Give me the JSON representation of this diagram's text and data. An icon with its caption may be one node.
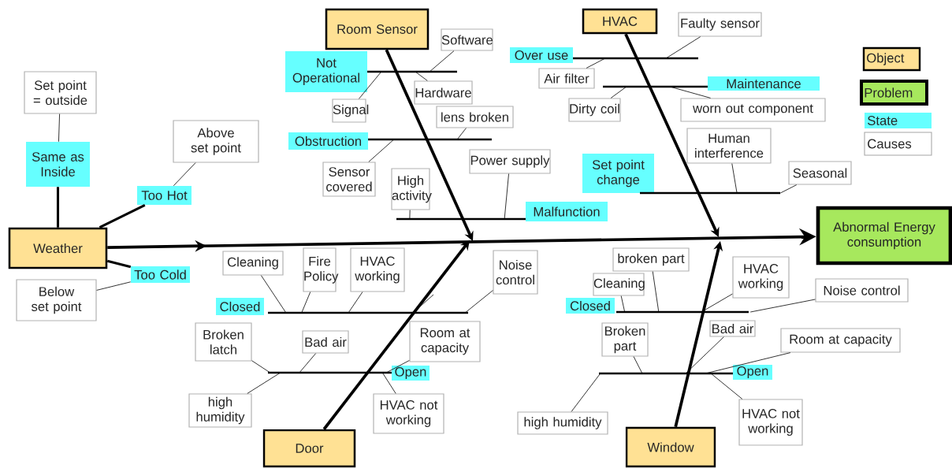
{
  "diagram": {
    "nodes": [
      {
        "text": [
          "Weather"
        ]
      },
      {
        "text": [
          "Same as Inside"
        ]
      },
      {
        "text": [
          "Set point = outside"
        ]
      },
      {
        "text": [
          "Too Hot"
        ]
      },
      {
        "text": [
          "Above set point"
        ]
      },
      {
        "text": [
          "Too Cold"
        ]
      },
      {
        "text": [
          "Below set point"
        ]
      },
      {
        "text": [
          "Room Sensor"
        ]
      },
      {
        "text": [
          "Not Operational"
        ]
      },
      {
        "text": [],
        "shape": "bar"
      },
      {
        "text": [
          "Software"
        ]
      },
      {
        "text": [
          "Hardware"
        ]
      },
      {
        "text": [
          "Signal"
        ]
      },
      {
        "text": [
          "Obstruction"
        ]
      },
      {
        "text": [],
        "shape": "bar"
      },
      {
        "text": [
          "lens broken"
        ]
      },
      {
        "text": [
          "Sensor covered"
        ]
      },
      {
        "text": [
          "Malfunction"
        ]
      },
      {
        "text": [],
        "shape": "bar"
      },
      {
        "text": [
          "High activity"
        ]
      },
      {
        "text": [
          "Power supply"
        ]
      },
      {
        "text": [
          "HVAC"
        ]
      },
      {
        "text": [
          "Over use"
        ]
      },
      {
        "text": [],
        "shape": "bar"
      },
      {
        "text": [
          "Faulty sensor"
        ]
      },
      {
        "text": [
          "Air filter"
        ]
      },
      {
        "text": [
          "Maintenance"
        ]
      },
      {
        "text": [],
        "shape": "bar"
      },
      {
        "text": [
          "Dirty coil"
        ]
      },
      {
        "text": [
          "worn out component"
        ]
      },
      {
        "text": [
          "Set point change"
        ]
      },
      {
        "text": [],
        "shape": "bar"
      },
      {
        "text": [
          "Human interference"
        ]
      },
      {
        "text": [
          "Seasonal"
        ]
      },
      {
        "text": [
          "Abnormal Energy consumption"
        ]
      },
      {
        "text": [
          "Door"
        ]
      },
      {
        "text": [
          "Closed"
        ]
      },
      {
        "text": [],
        "shape": "bar"
      },
      {
        "text": [
          "Cleaning"
        ]
      },
      {
        "text": [
          "Fire Policy"
        ]
      },
      {
        "text": [
          "HVAC working"
        ]
      },
      {
        "text": [
          "Noise control"
        ]
      },
      {
        "text": [
          "Open"
        ]
      },
      {
        "text": [],
        "shape": "bar"
      },
      {
        "text": [
          "Broken latch"
        ]
      },
      {
        "text": [
          "Bad air"
        ]
      },
      {
        "text": [
          "high humidity"
        ]
      },
      {
        "text": [
          "Room at capacity"
        ]
      },
      {
        "text": [
          "HVAC not working"
        ]
      },
      {
        "text": [
          "Window"
        ]
      },
      {
        "text": [
          "Closed"
        ]
      },
      {
        "text": [],
        "shape": "bar"
      },
      {
        "text": [
          "broken part"
        ]
      },
      {
        "text": [
          "Cleaning"
        ]
      },
      {
        "text": [
          "HVAC working"
        ]
      },
      {
        "text": [
          "Noise control"
        ]
      },
      {
        "text": [
          "Open"
        ]
      },
      {
        "text": [],
        "shape": "bar"
      },
      {
        "text": [
          "Broken part"
        ]
      },
      {
        "text": [
          "Bad air"
        ]
      },
      {
        "text": [
          "Room at capacity"
        ]
      },
      {
        "text": [
          "high humidity"
        ]
      },
      {
        "text": [
          "HVAC not working"
        ]
      }
    ],
    "edges": [
      {
        "from": 0,
        "to": 34,
        "arrow": "to",
        "style": "thick"
      },
      {
        "from": 0,
        "to": 1,
        "arrow": "none",
        "style": "thick"
      },
      {
        "from": 2,
        "to": 1,
        "arrow": "none"
      },
      {
        "from": 0,
        "to": 3,
        "arrow": "none",
        "style": "thick"
      },
      {
        "from": 4,
        "to": 3,
        "arrow": "none"
      },
      {
        "from": 0,
        "to": 5,
        "arrow": "none",
        "style": "thick"
      },
      {
        "from": 6,
        "to": 5,
        "arrow": "none"
      },
      {
        "from": 7,
        "to": null,
        "arrow": "to",
        "style": "thick"
      },
      {
        "from": 10,
        "to": 9,
        "arrow": "none"
      },
      {
        "from": 11,
        "to": 9,
        "arrow": "none"
      },
      {
        "from": 12,
        "to": 9,
        "arrow": "none"
      },
      {
        "from": 15,
        "to": 14,
        "arrow": "none"
      },
      {
        "from": 16,
        "to": 14,
        "arrow": "none"
      },
      {
        "from": 19,
        "to": 18,
        "arrow": "none"
      },
      {
        "from": 20,
        "to": 18,
        "arrow": "none"
      },
      {
        "from": 21,
        "to": null,
        "arrow": "to",
        "style": "thick"
      },
      {
        "from": 24,
        "to": 23,
        "arrow": "none"
      },
      {
        "from": 25,
        "to": 23,
        "arrow": "none"
      },
      {
        "from": 28,
        "to": 27,
        "arrow": "none"
      },
      {
        "from": 29,
        "to": 27,
        "arrow": "none"
      },
      {
        "from": 32,
        "to": 31,
        "arrow": "none"
      },
      {
        "from": 33,
        "to": 31,
        "arrow": "none"
      },
      {
        "from": 35,
        "to": null,
        "arrow": "to",
        "style": "thick"
      },
      {
        "from": 38,
        "to": 37,
        "arrow": "none"
      },
      {
        "from": 39,
        "to": 37,
        "arrow": "none"
      },
      {
        "from": 40,
        "to": 37,
        "arrow": "none"
      },
      {
        "from": null,
        "to": 37,
        "arrow": "none"
      },
      {
        "from": 41,
        "to": 37,
        "arrow": "none"
      },
      {
        "from": 44,
        "to": 43,
        "arrow": "none"
      },
      {
        "from": 45,
        "to": 43,
        "arrow": "none"
      },
      {
        "from": 46,
        "to": 43,
        "arrow": "none"
      },
      {
        "from": 47,
        "to": 43,
        "arrow": "none"
      },
      {
        "from": 48,
        "to": 43,
        "arrow": "none"
      },
      {
        "from": 49,
        "to": null,
        "arrow": "to",
        "style": "thick"
      },
      {
        "from": 52,
        "to": 51,
        "arrow": "none"
      },
      {
        "from": 53,
        "to": 51,
        "arrow": "none"
      },
      {
        "from": 54,
        "to": 51,
        "arrow": "none"
      },
      {
        "from": 55,
        "to": 51,
        "arrow": "none"
      },
      {
        "from": 58,
        "to": 57,
        "arrow": "none"
      },
      {
        "from": 59,
        "to": 57,
        "arrow": "none"
      },
      {
        "from": 60,
        "to": 57,
        "arrow": "none"
      },
      {
        "from": 61,
        "to": 57,
        "arrow": "none"
      },
      {
        "from": 62,
        "to": 57,
        "arrow": "none"
      }
    ],
    "legend": [
      {
        "text": "Object",
        "color": "#ffe194"
      },
      {
        "text": "Problem",
        "color": "#a7e85d"
      },
      {
        "text": "State",
        "color": "#66ffff"
      },
      {
        "text": "Causes"
      }
    ]
  }
}
